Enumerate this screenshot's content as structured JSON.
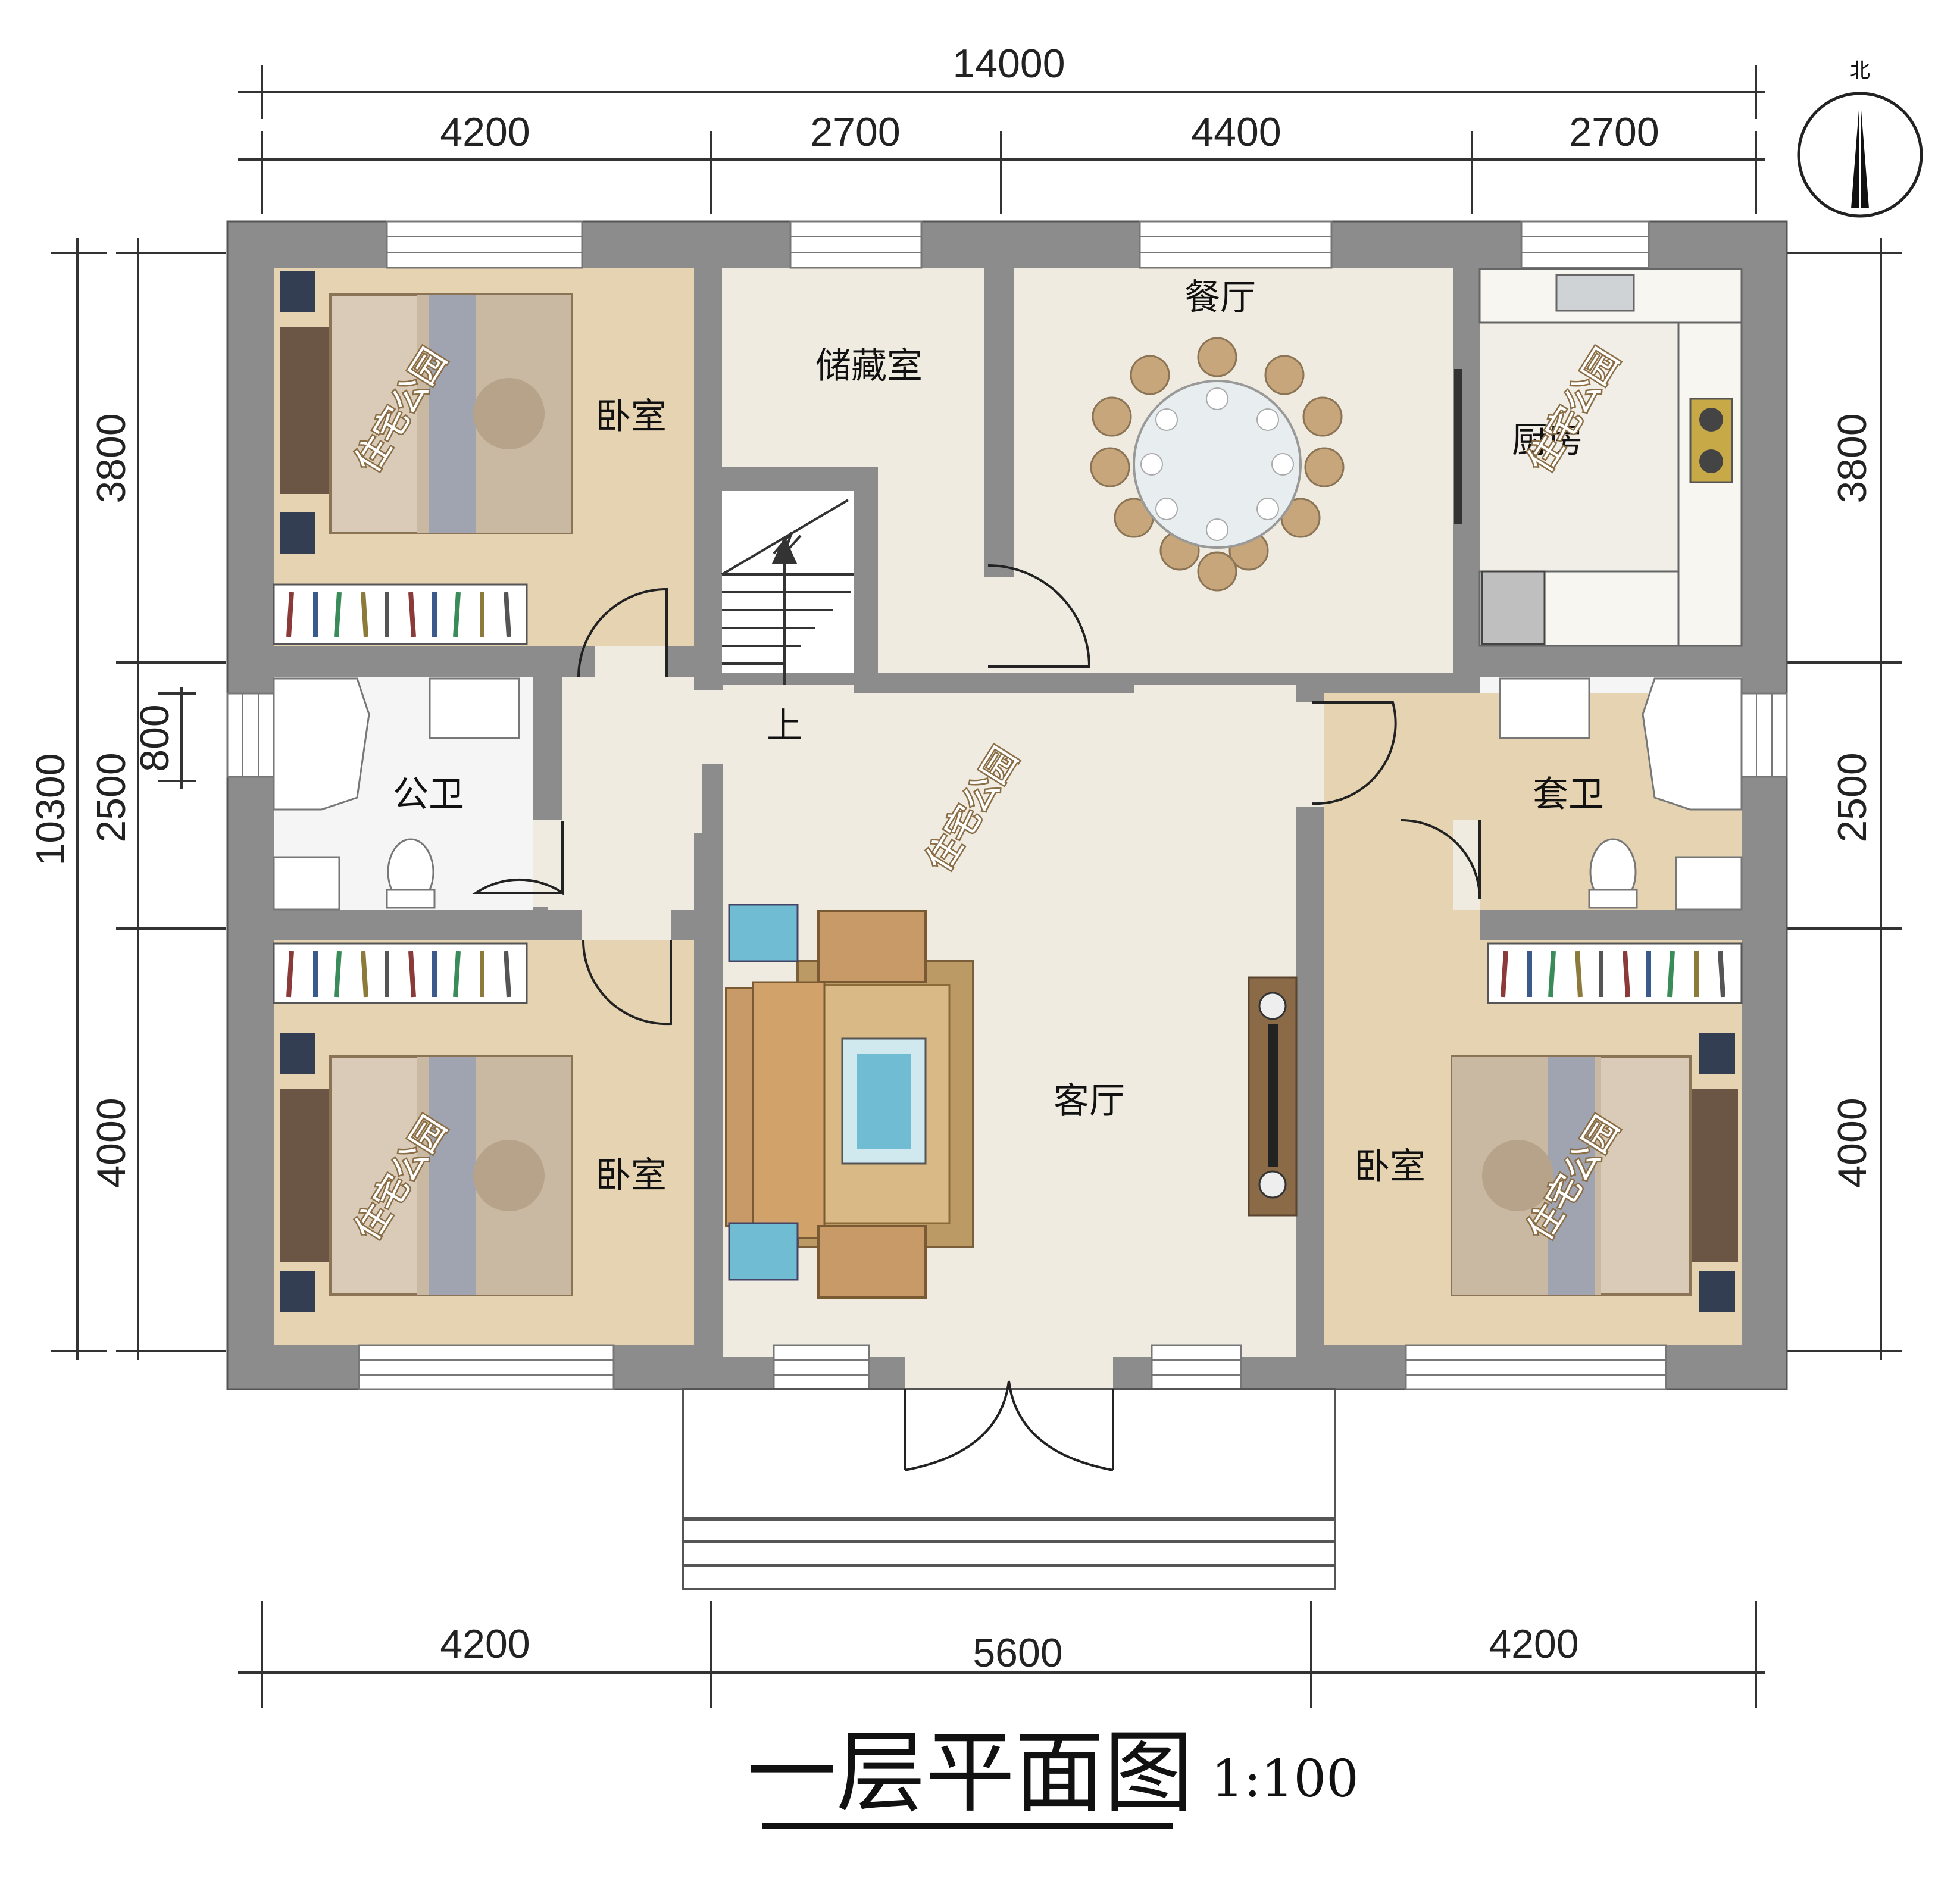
{
  "colors": {
    "wall": "#8c8c8d",
    "floor_common": "#efebe0",
    "floor_bedroom": "#e6d3b2",
    "floor_bath": "#f5f5f5",
    "floor_kitchen": "#f0eee7",
    "bed_cover": "#d9cbb7",
    "sofa": "#c79a67",
    "rug": "#bb9a66",
    "accent_blue": "#6fbcd3",
    "dim_line": "#333333"
  },
  "dimensions": {
    "top_total": "14000",
    "top_segments": [
      "4200",
      "2700",
      "4400",
      "2700"
    ],
    "bottom_segments": [
      "4200",
      "5600",
      "4200"
    ],
    "left_total": "10300",
    "left_segments": [
      "3800",
      "2500",
      "4000"
    ],
    "left_detail": "800",
    "right_segments": [
      "3800",
      "2500",
      "4000"
    ]
  },
  "rooms": {
    "bedroom_nw": "卧室",
    "storage": "储藏室",
    "dining": "餐厅",
    "kitchen": "厨房",
    "public_bath": "公卫",
    "stair_up": "上",
    "ensuite_bath": "套卫",
    "bedroom_sw": "卧室",
    "living": "客厅",
    "bedroom_se": "卧室"
  },
  "watermark": "住宅公园",
  "compass": {
    "label": "北",
    "icon": "north-arrow-icon"
  },
  "title": "一层平面图",
  "scale": "1:100"
}
